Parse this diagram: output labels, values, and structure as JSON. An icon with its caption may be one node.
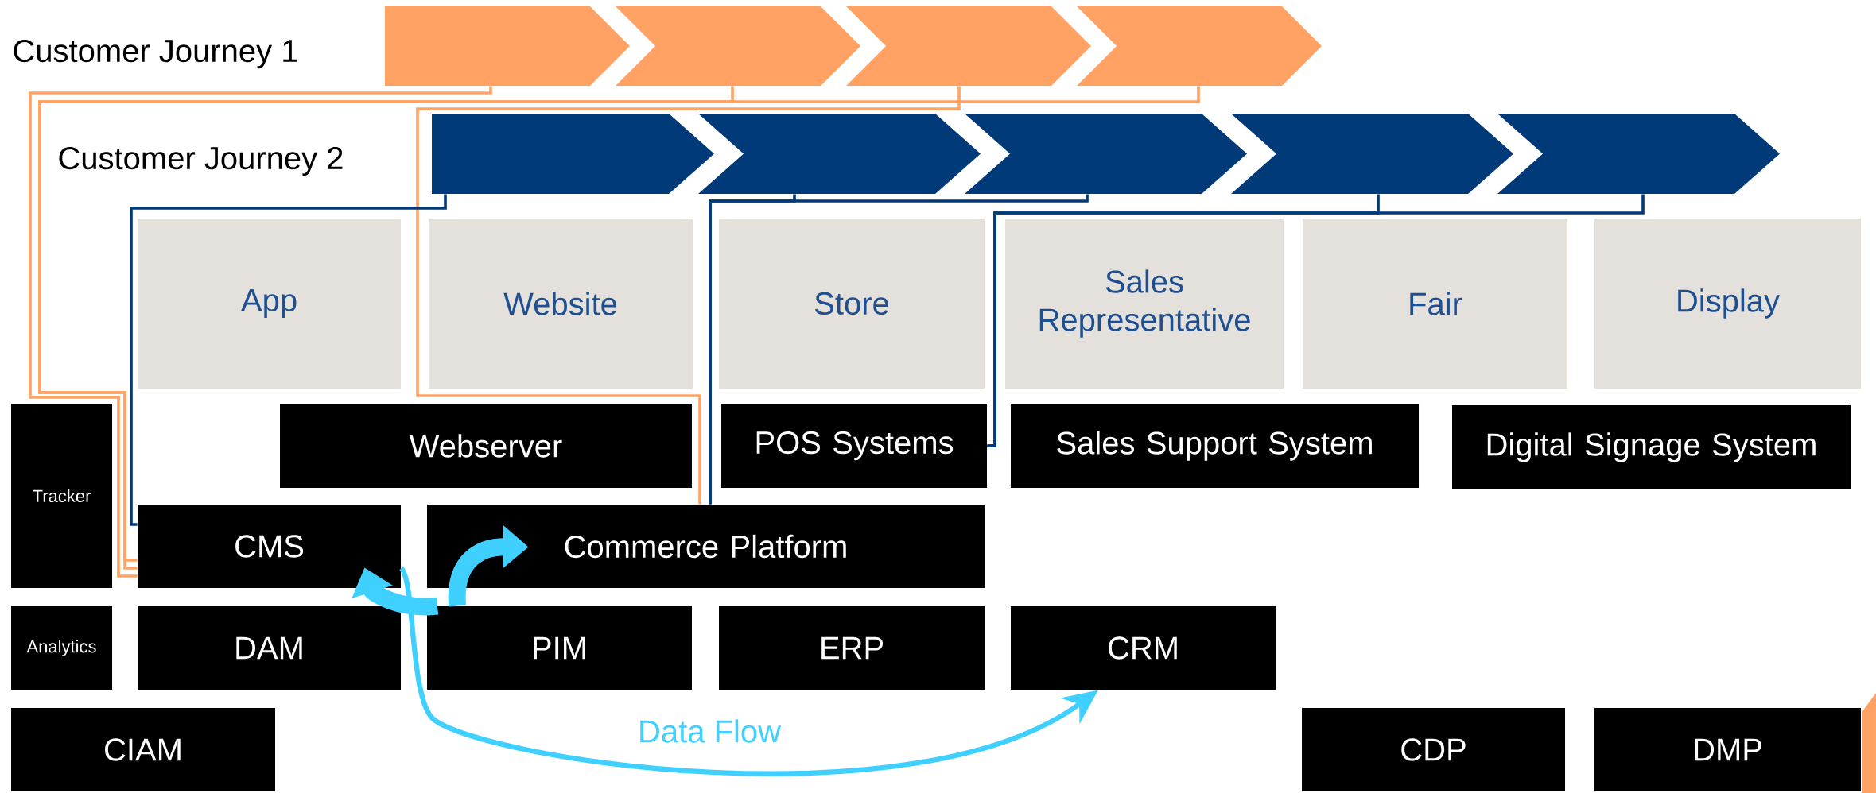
{
  "diagram": {
    "nodes": [
      {
        "text": [],
        "shape": "chevron"
      },
      {
        "text": [],
        "shape": "chevron"
      },
      {
        "text": [],
        "shape": "chevron"
      },
      {
        "text": [],
        "shape": "chevron"
      },
      {
        "text": [],
        "shape": "chevron"
      },
      {
        "text": [],
        "shape": "chevron"
      },
      {
        "text": [],
        "shape": "chevron"
      },
      {
        "text": [],
        "shape": "chevron"
      },
      {
        "text": [],
        "shape": "chevron"
      },
      {
        "text": [
          "App"
        ]
      },
      {
        "text": [
          "Website"
        ]
      },
      {
        "text": [
          "Store"
        ]
      },
      {
        "text": [
          "Sales Representative"
        ]
      },
      {
        "text": [
          "Fair"
        ]
      },
      {
        "text": [
          "Display"
        ]
      },
      {
        "text": [
          "Tracker"
        ]
      },
      {
        "text": [
          "Webserver"
        ]
      },
      {
        "text": [
          "POS Systems"
        ]
      },
      {
        "text": [
          "Sales Support System"
        ]
      },
      {
        "text": [
          "Digital Signage System"
        ]
      },
      {
        "text": [
          "CMS"
        ]
      },
      {
        "text": [
          "Commerce Platform"
        ]
      },
      {
        "text": [
          "Analytics"
        ]
      },
      {
        "text": [
          "DAM"
        ]
      },
      {
        "text": [
          "PIM"
        ]
      },
      {
        "text": [
          "ERP"
        ]
      },
      {
        "text": [
          "CRM"
        ]
      },
      {
        "text": [
          "CIAM"
        ]
      },
      {
        "text": [
          "CDP"
        ]
      },
      {
        "text": [
          "DMP"
        ]
      }
    ],
    "edges": [
      {
        "from": 0,
        "to": 20,
        "arrow": "none",
        "color": "#ffa264"
      },
      {
        "from": 1,
        "to": 20,
        "arrow": "none",
        "color": "#ffa264"
      },
      {
        "from": 3,
        "to": 20,
        "arrow": "none",
        "color": "#ffa264"
      },
      {
        "from": 2,
        "to": 21,
        "arrow": "none",
        "color": "#ffa264"
      },
      {
        "from": 4,
        "to": 20,
        "arrow": "none"
      },
      {
        "from": 5,
        "to": 21,
        "arrow": "none"
      },
      {
        "from": 6,
        "to": 21,
        "arrow": "none"
      },
      {
        "from": 7,
        "to": 17,
        "arrow": "none"
      },
      {
        "from": 8,
        "to": 17,
        "arrow": "none"
      },
      {
        "from": 20,
        "to": 26,
        "arrow": "to",
        "label": "Data Flow",
        "color": "#40d0ff"
      },
      {
        "from": 24,
        "to": 21,
        "arrow": "to",
        "style": "thick",
        "color": "#40d0ff"
      },
      {
        "from": 24,
        "to": 20,
        "arrow": "to",
        "style": "thick",
        "color": "#40d0ff"
      }
    ],
    "labels": [
      "Customer Journey 1",
      "Customer Journey 2"
    ]
  }
}
